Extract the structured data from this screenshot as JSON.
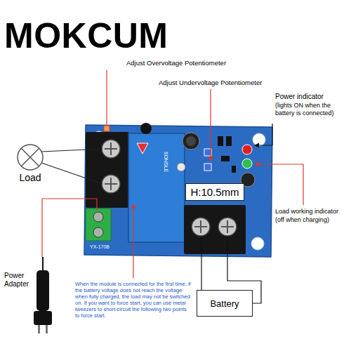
{
  "diagram": {
    "title": "MOKCUM",
    "nodes": [
      {
        "text": [
          "Load"
        ]
      },
      {
        "text": [
          "H:10.5mm"
        ]
      },
      {
        "text": [
          "Battery"
        ]
      }
    ],
    "labels": [
      "Adjust Overvoltage Potentiometer",
      "Adjust Undervoltage Potentiometer",
      "Power indicator",
      "(lights ON when the battery is connected)",
      "Load working indicator",
      "(off when charging)",
      "SONGLE",
      "YX-170B",
      "Power Adapter",
      "When the module is connected for the first time, if the battery voltage does not reach the voltage when fully charged, the load may not be switched on. If you want to force start, you can use metal tweezers to short-circuit the following two points to force start."
    ]
  }
}
